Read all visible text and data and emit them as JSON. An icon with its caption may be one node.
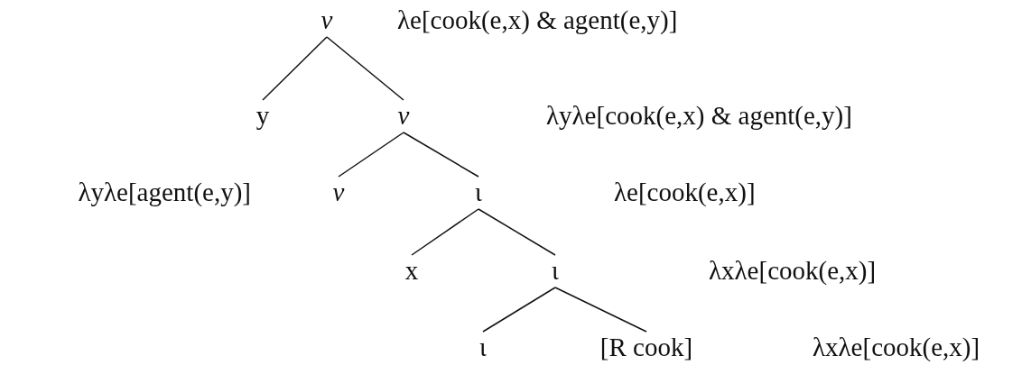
{
  "diagram": {
    "nodes": [
      {
        "text": [
          "v"
        ],
        "beside": [
          "λe[cook(e,x) & agent(e,y)]"
        ]
      },
      {
        "text": [
          "y"
        ]
      },
      {
        "text": [
          "v"
        ]
      },
      {
        "text": [
          "v"
        ],
        "beside": [
          "λyλe[agent(e,y)]"
        ]
      },
      {
        "text": [
          "ι"
        ]
      },
      {
        "text": [
          "x"
        ]
      },
      {
        "text": [
          "ι"
        ]
      },
      {
        "text": [
          "ι"
        ]
      },
      {
        "text": [
          "[R cook]"
        ]
      }
    ],
    "edges": [
      {
        "from": 0,
        "to": 1,
        "arrow": "none"
      },
      {
        "from": 0,
        "to": 2,
        "arrow": "none"
      },
      {
        "from": 2,
        "to": 3,
        "arrow": "none"
      },
      {
        "from": 2,
        "to": 4,
        "arrow": "none"
      },
      {
        "from": 4,
        "to": 5,
        "arrow": "none"
      },
      {
        "from": 4,
        "to": 6,
        "arrow": "none"
      },
      {
        "from": 6,
        "to": 7,
        "arrow": "none"
      },
      {
        "from": 6,
        "to": 8,
        "arrow": "none"
      }
    ],
    "labels": [
      "λyλe[cook(e,x) & agent(e,y)]",
      "λe[cook(e,x)]",
      "λxλe[cook(e,x)]",
      "λxλe[cook(e,x)]"
    ]
  }
}
